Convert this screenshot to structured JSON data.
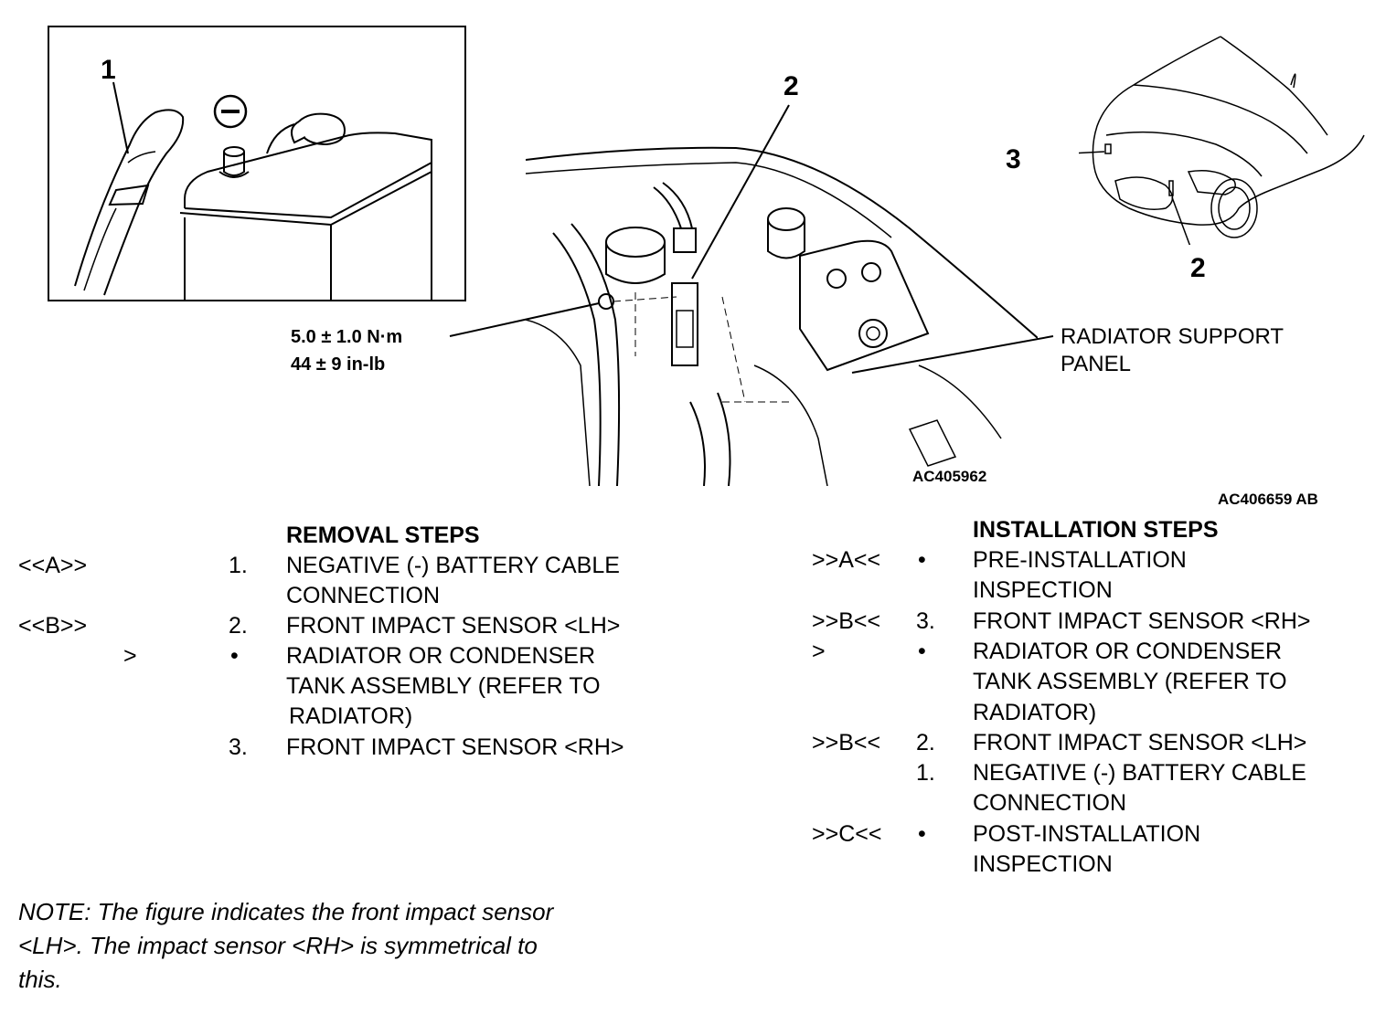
{
  "figure": {
    "inset_battery": {
      "label": "1",
      "minus_symbol": "−"
    },
    "main_view": {
      "label": "2",
      "torque_line1": "5.0 ± 1.0 N·m",
      "torque_line2": "44 ± 9 in-lb",
      "callout_line1": "RADIATOR SUPPORT",
      "callout_line2": "PANEL",
      "code": "AC405962"
    },
    "inset_car": {
      "label_left": "3",
      "label_bottom": "2"
    },
    "code": "AC406659 AB"
  },
  "removal": {
    "title": "REMOVAL STEPS",
    "steps": [
      {
        "ref": "<<A>>",
        "num": "1.",
        "lines": [
          "NEGATIVE (-) BATTERY CABLE",
          "CONNECTION"
        ]
      },
      {
        "ref": "<<B>>",
        "num": "2.",
        "lines": [
          "FRONT IMPACT SENSOR <LH>"
        ]
      },
      {
        "ref": ">",
        "num": "•",
        "lines": [
          "RADIATOR OR CONDENSER",
          "TANK ASSEMBLY (REFER TO",
          "RADIATOR)"
        ]
      },
      {
        "ref": "",
        "num": "3.",
        "lines": [
          "FRONT IMPACT SENSOR <RH>"
        ]
      }
    ]
  },
  "installation": {
    "title": "INSTALLATION STEPS",
    "steps": [
      {
        "ref": ">>A<<",
        "num": "•",
        "lines": [
          "PRE-INSTALLATION",
          "INSPECTION"
        ]
      },
      {
        "ref": ">>B<<",
        "num": "3.",
        "lines": [
          "FRONT IMPACT SENSOR <RH>"
        ]
      },
      {
        "ref": ">",
        "num": "•",
        "lines": [
          "RADIATOR OR CONDENSER",
          "TANK ASSEMBLY (REFER TO",
          "RADIATOR)"
        ]
      },
      {
        "ref": ">>B<<",
        "num": "2.",
        "lines": [
          "FRONT IMPACT SENSOR <LH>"
        ]
      },
      {
        "ref": "",
        "num": "1.",
        "lines": [
          "NEGATIVE (-) BATTERY CABLE",
          "CONNECTION"
        ]
      },
      {
        "ref": ">>C<<",
        "num": "•",
        "lines": [
          "POST-INSTALLATION",
          "INSPECTION"
        ]
      }
    ]
  },
  "note": {
    "lines": [
      "NOTE: The figure indicates the front impact sensor",
      "<LH>. The impact sensor <RH> is symmetrical to",
      "this."
    ]
  }
}
